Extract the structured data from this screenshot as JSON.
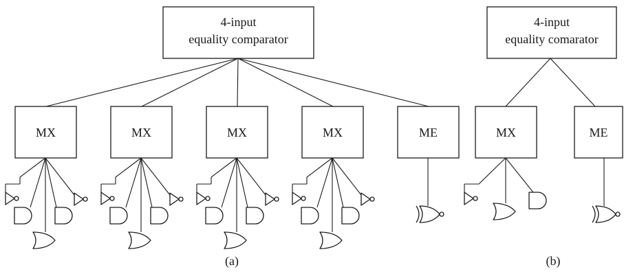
{
  "figure_a": {
    "top_box": {
      "line1": "4-input",
      "line2": "equality comparator"
    },
    "blocks": [
      {
        "label": "MX",
        "gates": [
          "NOT",
          "AND",
          "OR",
          "AND",
          "NOT"
        ]
      },
      {
        "label": "MX",
        "gates": [
          "NOT",
          "AND",
          "OR",
          "AND",
          "NOT"
        ]
      },
      {
        "label": "MX",
        "gates": [
          "NOT",
          "AND",
          "OR",
          "AND",
          "NOT"
        ]
      },
      {
        "label": "MX",
        "gates": [
          "NOT",
          "AND",
          "OR",
          "AND",
          "NOT"
        ]
      },
      {
        "label": "ME",
        "gates": [
          "XNOR"
        ]
      }
    ],
    "caption": "(a)"
  },
  "figure_b": {
    "top_box": {
      "line1": "4-input",
      "line2": "equality comarator"
    },
    "blocks": [
      {
        "label": "MX",
        "gates": [
          "NOT",
          "OR",
          "AND"
        ]
      },
      {
        "label": "ME",
        "gates": [
          "XNOR"
        ]
      }
    ],
    "caption": "(b)"
  }
}
